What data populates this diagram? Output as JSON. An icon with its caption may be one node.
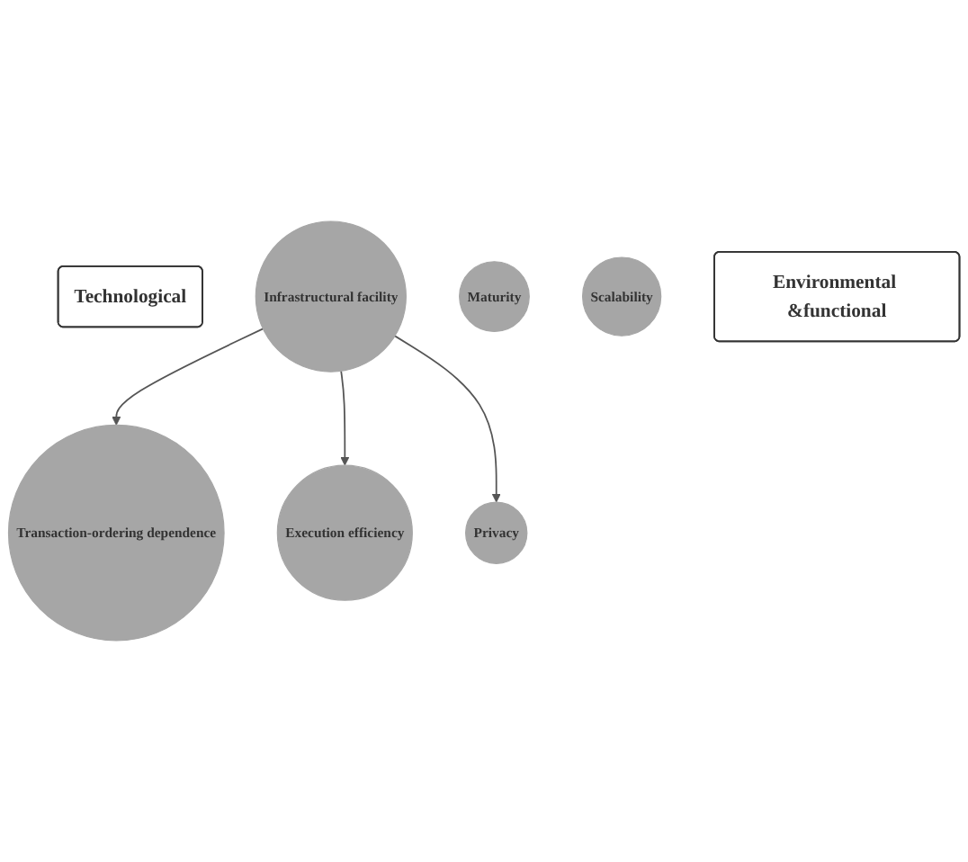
{
  "diagram": {
    "nodes": [
      {
        "text": [
          "Technological"
        ]
      },
      {
        "text": [
          "Infrastructural facility"
        ]
      },
      {
        "text": [
          "Maturity"
        ]
      },
      {
        "text": [
          "Scalability"
        ]
      },
      {
        "text": [
          "Environmental &functional"
        ]
      },
      {
        "text": [
          "Transaction-ordering dependence"
        ]
      },
      {
        "text": [
          "Execution efficiency"
        ]
      },
      {
        "text": [
          "Privacy"
        ]
      }
    ],
    "edges": [
      {
        "from": 1,
        "to": 5,
        "arrow": "to"
      },
      {
        "from": 1,
        "to": 6,
        "arrow": "to"
      },
      {
        "from": 1,
        "to": 7,
        "arrow": "to"
      }
    ]
  }
}
